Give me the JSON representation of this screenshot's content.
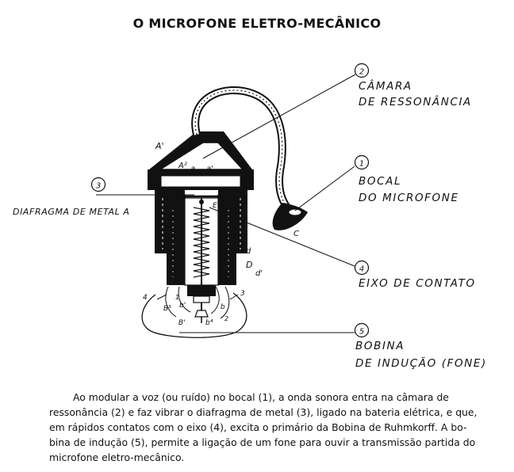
{
  "title": "O MICROFONE ELETRO-MECÂNICO",
  "callouts": [
    {
      "number": "2",
      "line1": "CÂMARA",
      "line2": "DE RESSONÂNCIA"
    },
    {
      "number": "1",
      "line1": "BOCAL",
      "line2": "DO MICROFONE"
    },
    {
      "number": "3",
      "line1": "DIAFRAGMA DE METAL A",
      "line2": ""
    },
    {
      "number": "4",
      "line1": "EIXO DE CONTATO",
      "line2": ""
    },
    {
      "number": "5",
      "line1": "BOBINA",
      "line2": "DE INDUÇÃO (FONE)"
    }
  ],
  "part_letters": {
    "a_prime": "A'",
    "a2": "A²",
    "a_small": "a",
    "a_prime_small": "a'",
    "e": "E",
    "e_small": "e",
    "c": "C",
    "d": "d",
    "d_big": "D",
    "d_prime": "d'",
    "num4": "4",
    "num3": "3",
    "b3": "B³",
    "b_prime": "b'",
    "b": "b",
    "b_prime_big": "B'",
    "b4": "b⁴",
    "num1": "1",
    "num2": "2"
  },
  "caption_lines": [
    "Ao modular a voz (ou ruído) no bocal (1), a onda sonora entra na câmara de",
    "ressonância (2) e faz vibrar o diafragma de metal (3), ligado na bateria elétrica, e que,",
    "em rápidos contatos com o eixo (4), excita o primário da Bobina de Ruhmkorff. A bo-",
    "bina de indução (5), permite a ligação de um fone para ouvir a transmissão partida do",
    "microfone eletro-mecânico."
  ]
}
